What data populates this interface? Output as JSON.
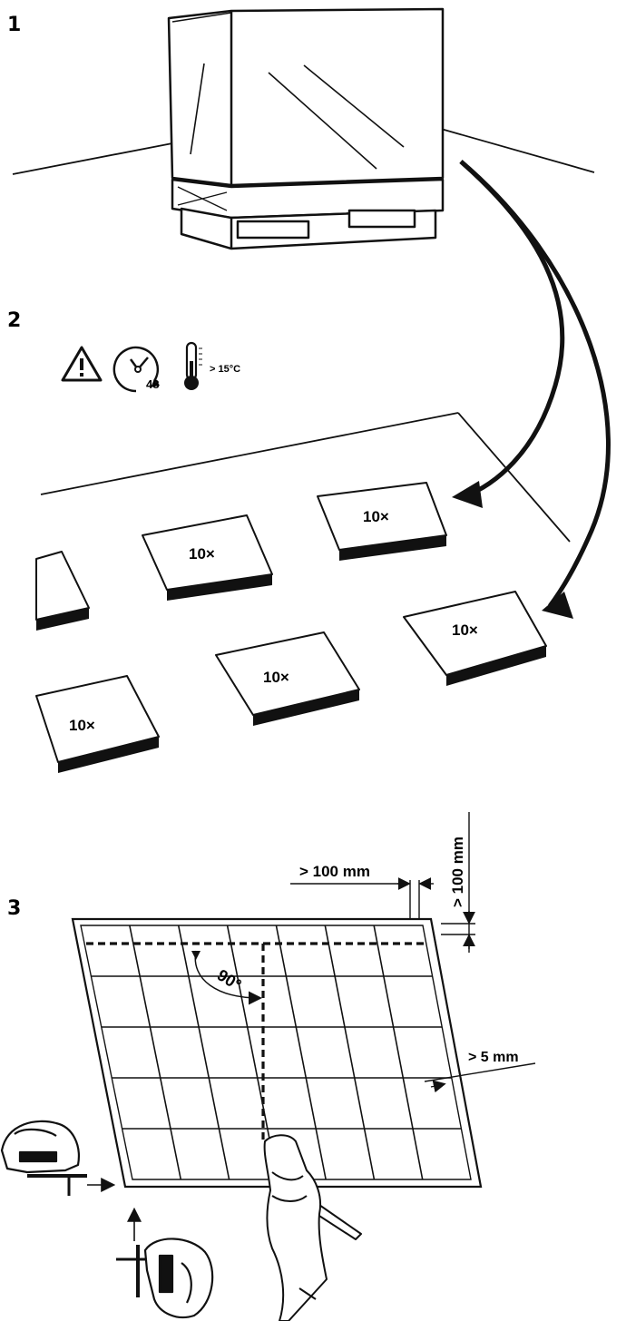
{
  "steps": {
    "step1": "1",
    "step2": "2",
    "step3": "3"
  },
  "conditions": {
    "warning_icon": "warning-triangle-icon",
    "clock_icon": "clock-icon",
    "clock_hours": "48",
    "thermometer_icon": "thermometer-icon",
    "temperature": "> 15°C"
  },
  "packs": {
    "quantity_label": "10×"
  },
  "dimensions": {
    "edge_clearance_horizontal": "> 100 mm",
    "edge_clearance_vertical": "> 100 mm",
    "angle": "90°",
    "expansion_gap": "> 5 mm"
  },
  "tools": {
    "jigsaw_icon": "jigsaw-icon",
    "hand_pencil_icon": "hand-with-pencil-icon"
  }
}
